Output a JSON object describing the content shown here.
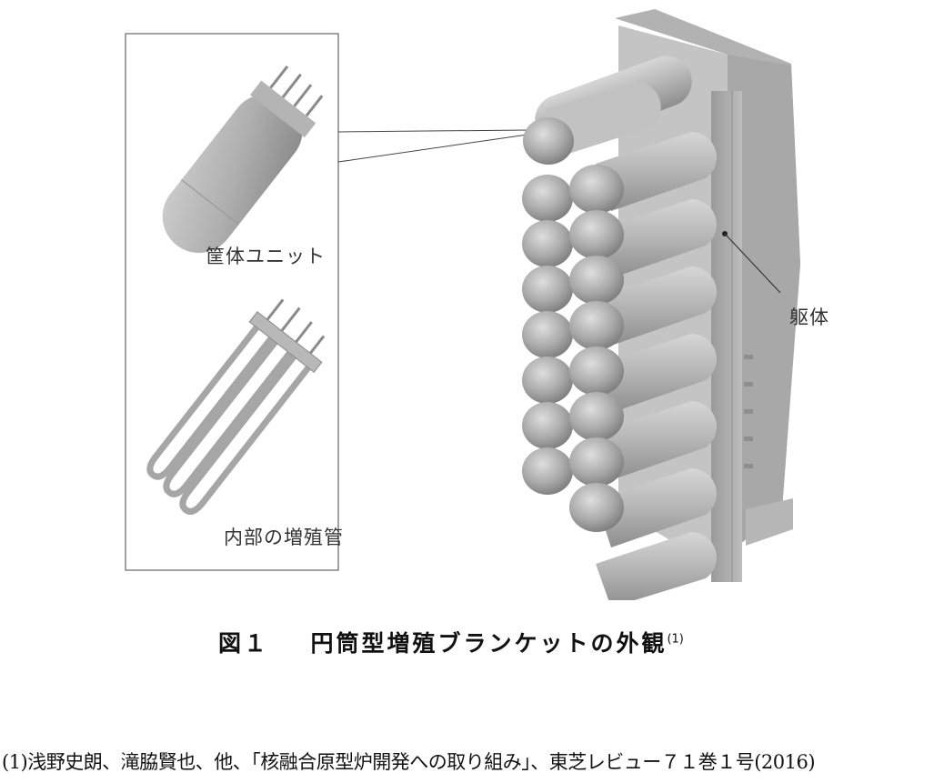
{
  "figure": {
    "inset_labels": {
      "casing_unit": "筐体ユニット",
      "internal_breeding_tube": "内部の増殖管"
    },
    "callout_label": "躯体"
  },
  "caption": {
    "number": "図１",
    "title": "円筒型増殖ブランケットの外観",
    "citation_mark": "(1)"
  },
  "reference": {
    "text": "(1)浅野史朗、滝脇賢也、他、「核融合原型炉開発への取り組み」、東芝レビュー７１巻１号(2016)"
  }
}
